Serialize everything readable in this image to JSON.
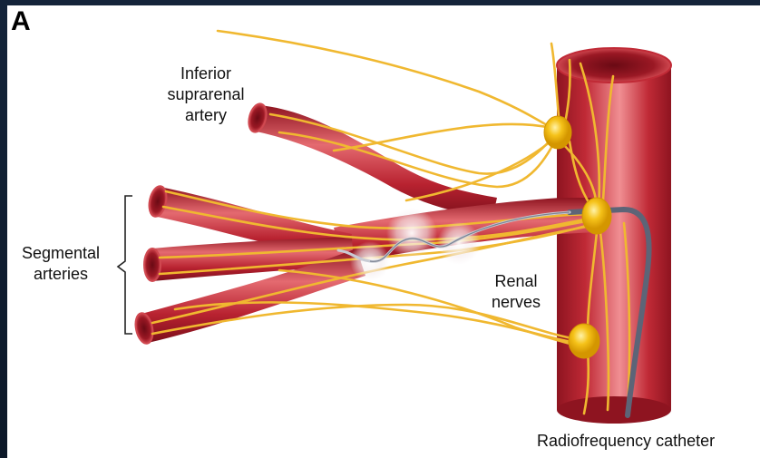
{
  "figure": {
    "panel_letter": "A",
    "labels": {
      "inferior_suprarenal": [
        "Inferior",
        "suprarenal",
        "artery"
      ],
      "segmental": [
        "Segmental",
        "arteries"
      ],
      "renal_nerves": [
        "Renal",
        "nerves"
      ],
      "catheter": "Radiofrequency catheter"
    }
  },
  "colors": {
    "artery_dark": "#8e1420",
    "artery_mid": "#c02a36",
    "artery_light": "#e46a70",
    "aorta_highlight": "#f08e92",
    "nerve": "#f0b830",
    "ganglion": "#f5c219",
    "catheter": "#5d6477",
    "ablation_glow": "#f4ecee",
    "frame_background": "#0f1c2e"
  }
}
